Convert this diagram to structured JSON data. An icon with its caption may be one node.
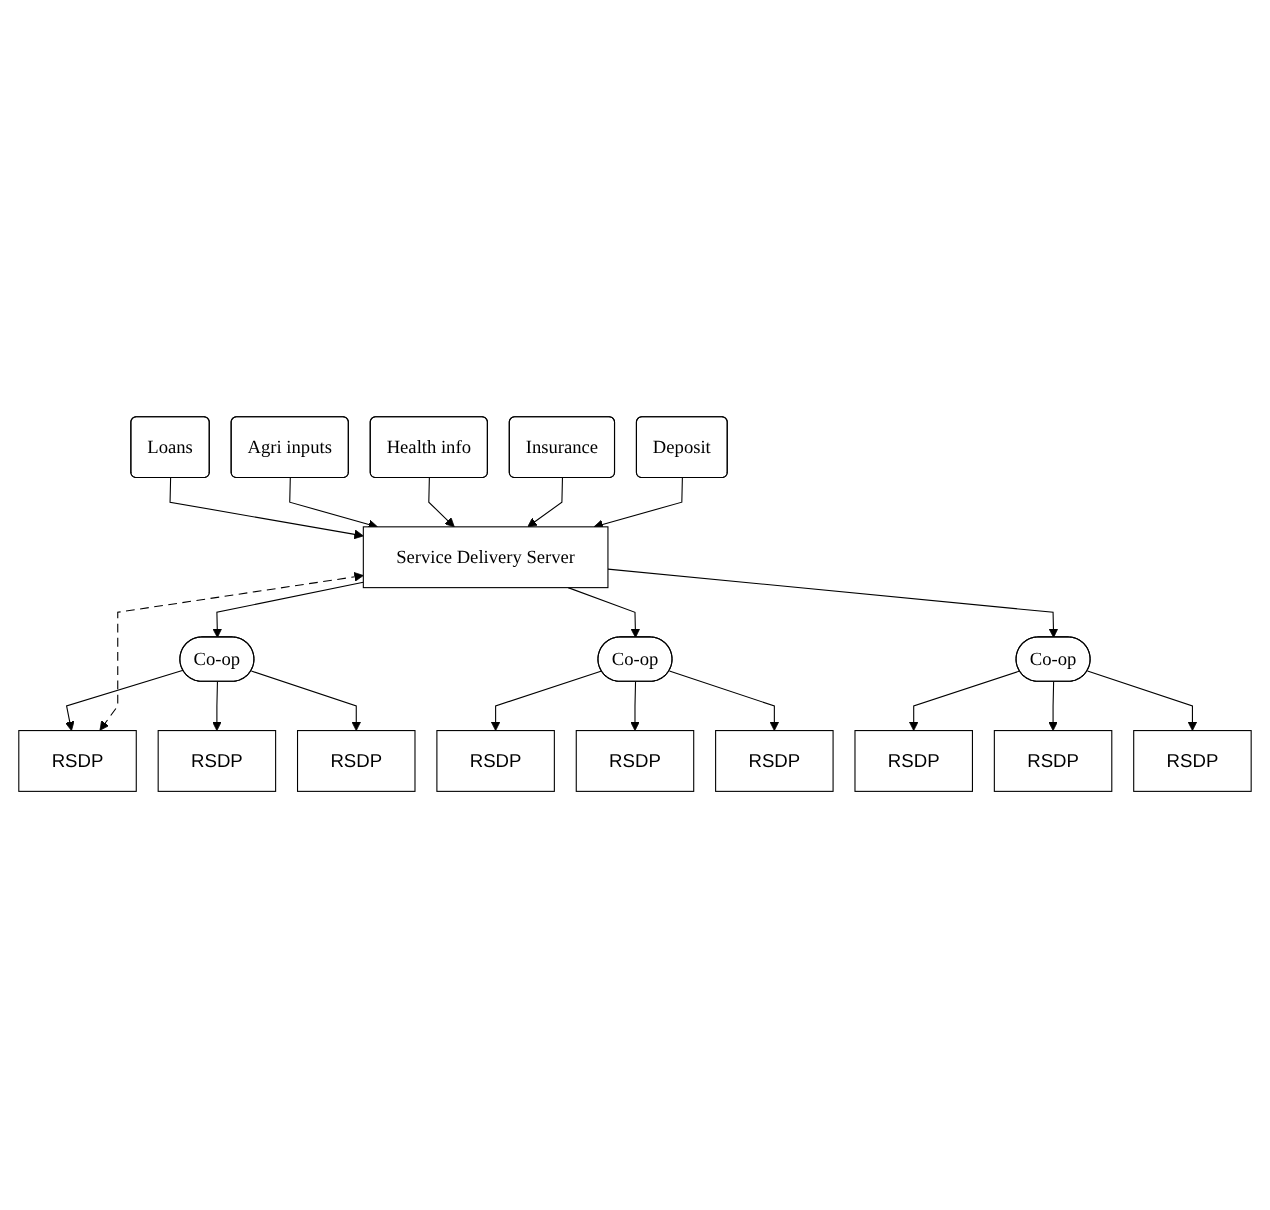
{
  "diagram": {
    "nodes": [
      {
        "text": [
          "Loans"
        ]
      },
      {
        "text": [
          "Agri inputs"
        ]
      },
      {
        "text": [
          "Health info"
        ]
      },
      {
        "text": [
          "Insurance"
        ]
      },
      {
        "text": [
          "Deposit"
        ]
      },
      {
        "text": [
          "Service Delivery Server"
        ]
      },
      {
        "text": [
          "Co-op"
        ]
      },
      {
        "text": [
          "Co-op"
        ]
      },
      {
        "text": [
          "Co-op"
        ]
      },
      {
        "text": [
          "RSDP"
        ]
      },
      {
        "text": [
          "RSDP"
        ]
      },
      {
        "text": [
          "RSDP"
        ]
      },
      {
        "text": [
          "RSDP"
        ]
      },
      {
        "text": [
          "RSDP"
        ]
      },
      {
        "text": [
          "RSDP"
        ]
      },
      {
        "text": [
          "RSDP"
        ]
      },
      {
        "text": [
          "RSDP"
        ]
      },
      {
        "text": [
          "RSDP"
        ]
      }
    ],
    "edges": [
      {
        "from": 0,
        "to": 5,
        "arrow": "to"
      },
      {
        "from": 1,
        "to": 5,
        "arrow": "to"
      },
      {
        "from": 2,
        "to": 5,
        "arrow": "to"
      },
      {
        "from": 3,
        "to": 5,
        "arrow": "to"
      },
      {
        "from": 4,
        "to": 5,
        "arrow": "to"
      },
      {
        "from": 5,
        "to": 6,
        "arrow": "to"
      },
      {
        "from": 5,
        "to": 7,
        "arrow": "to"
      },
      {
        "from": 5,
        "to": 8,
        "arrow": "to"
      },
      {
        "from": 6,
        "to": 9,
        "arrow": "to"
      },
      {
        "from": 6,
        "to": 10,
        "arrow": "to"
      },
      {
        "from": 6,
        "to": 11,
        "arrow": "to"
      },
      {
        "from": 7,
        "to": 12,
        "arrow": "to"
      },
      {
        "from": 7,
        "to": 13,
        "arrow": "to"
      },
      {
        "from": 7,
        "to": 14,
        "arrow": "to"
      },
      {
        "from": 8,
        "to": 15,
        "arrow": "to"
      },
      {
        "from": 8,
        "to": 16,
        "arrow": "to"
      },
      {
        "from": 8,
        "to": 17,
        "arrow": "to"
      },
      {
        "from": 9,
        "to": 5,
        "arrow": "both",
        "style": "dashed"
      }
    ]
  }
}
